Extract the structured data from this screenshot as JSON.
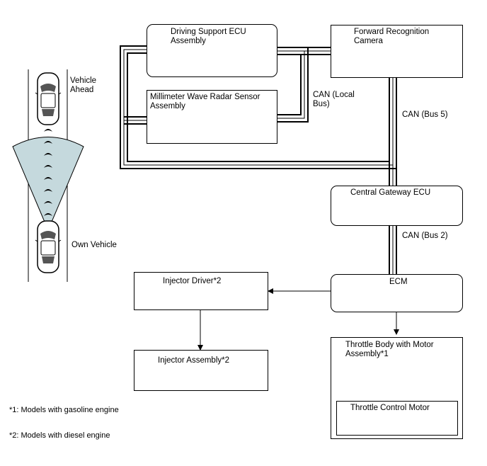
{
  "components": {
    "driving_support_ecu": "Driving Support ECU\nAssembly",
    "mmw_radar": "Millimeter Wave Radar Sensor\nAssembly",
    "forward_camera": "Forward Recognition\nCamera",
    "central_gateway": "Central Gateway ECU",
    "ecm": "ECM",
    "injector_driver": "Injector Driver*2",
    "injector_assembly": "Injector Assembly*2",
    "throttle_body": "Throttle Body with Motor\nAssembly*1",
    "throttle_motor": "Throttle Control Motor"
  },
  "buses": {
    "local": "CAN (Local\nBus)",
    "bus5": "CAN (Bus 5)",
    "bus2": "CAN (Bus 2)"
  },
  "vehicles": {
    "ahead": "Vehicle\nAhead",
    "own": "Own Vehicle"
  },
  "footnotes": {
    "n1": "*1: Models with gasoline engine",
    "n2": "*2: Models with diesel engine"
  },
  "colors": {
    "line": "#000000",
    "radar_beam": "#c5d9dd"
  }
}
